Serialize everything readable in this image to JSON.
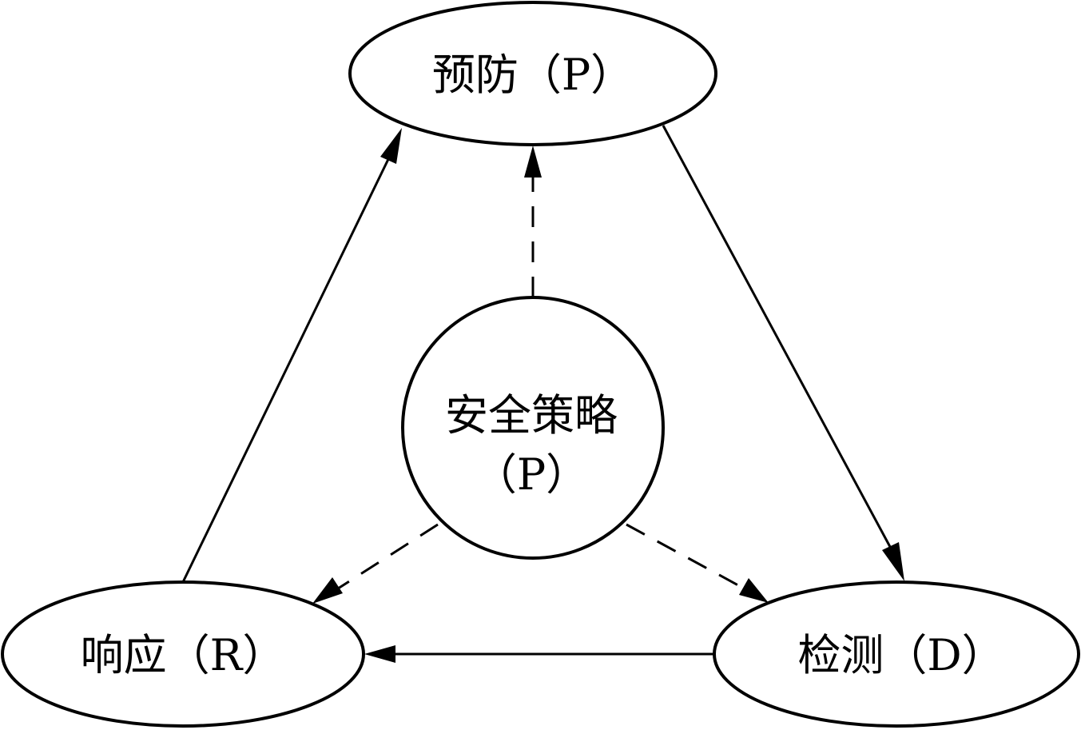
{
  "diagram": {
    "title": "",
    "nodes": [
      {
        "id": "prevention",
        "label": "预防（P）",
        "shape": "ellipse"
      },
      {
        "id": "detection",
        "label": "检测（D）",
        "shape": "ellipse"
      },
      {
        "id": "response",
        "label": "响应（R）",
        "shape": "ellipse"
      },
      {
        "id": "policy",
        "label_line1": "安全策略",
        "label_line2": "（P）",
        "shape": "circle"
      }
    ],
    "edges": [
      {
        "from": "prevention",
        "to": "detection",
        "style": "solid"
      },
      {
        "from": "detection",
        "to": "response",
        "style": "solid"
      },
      {
        "from": "response",
        "to": "prevention",
        "style": "solid"
      },
      {
        "from": "policy",
        "to": "prevention",
        "style": "dashed"
      },
      {
        "from": "policy",
        "to": "response",
        "style": "dashed"
      },
      {
        "from": "policy",
        "to": "detection",
        "style": "dashed"
      }
    ]
  }
}
